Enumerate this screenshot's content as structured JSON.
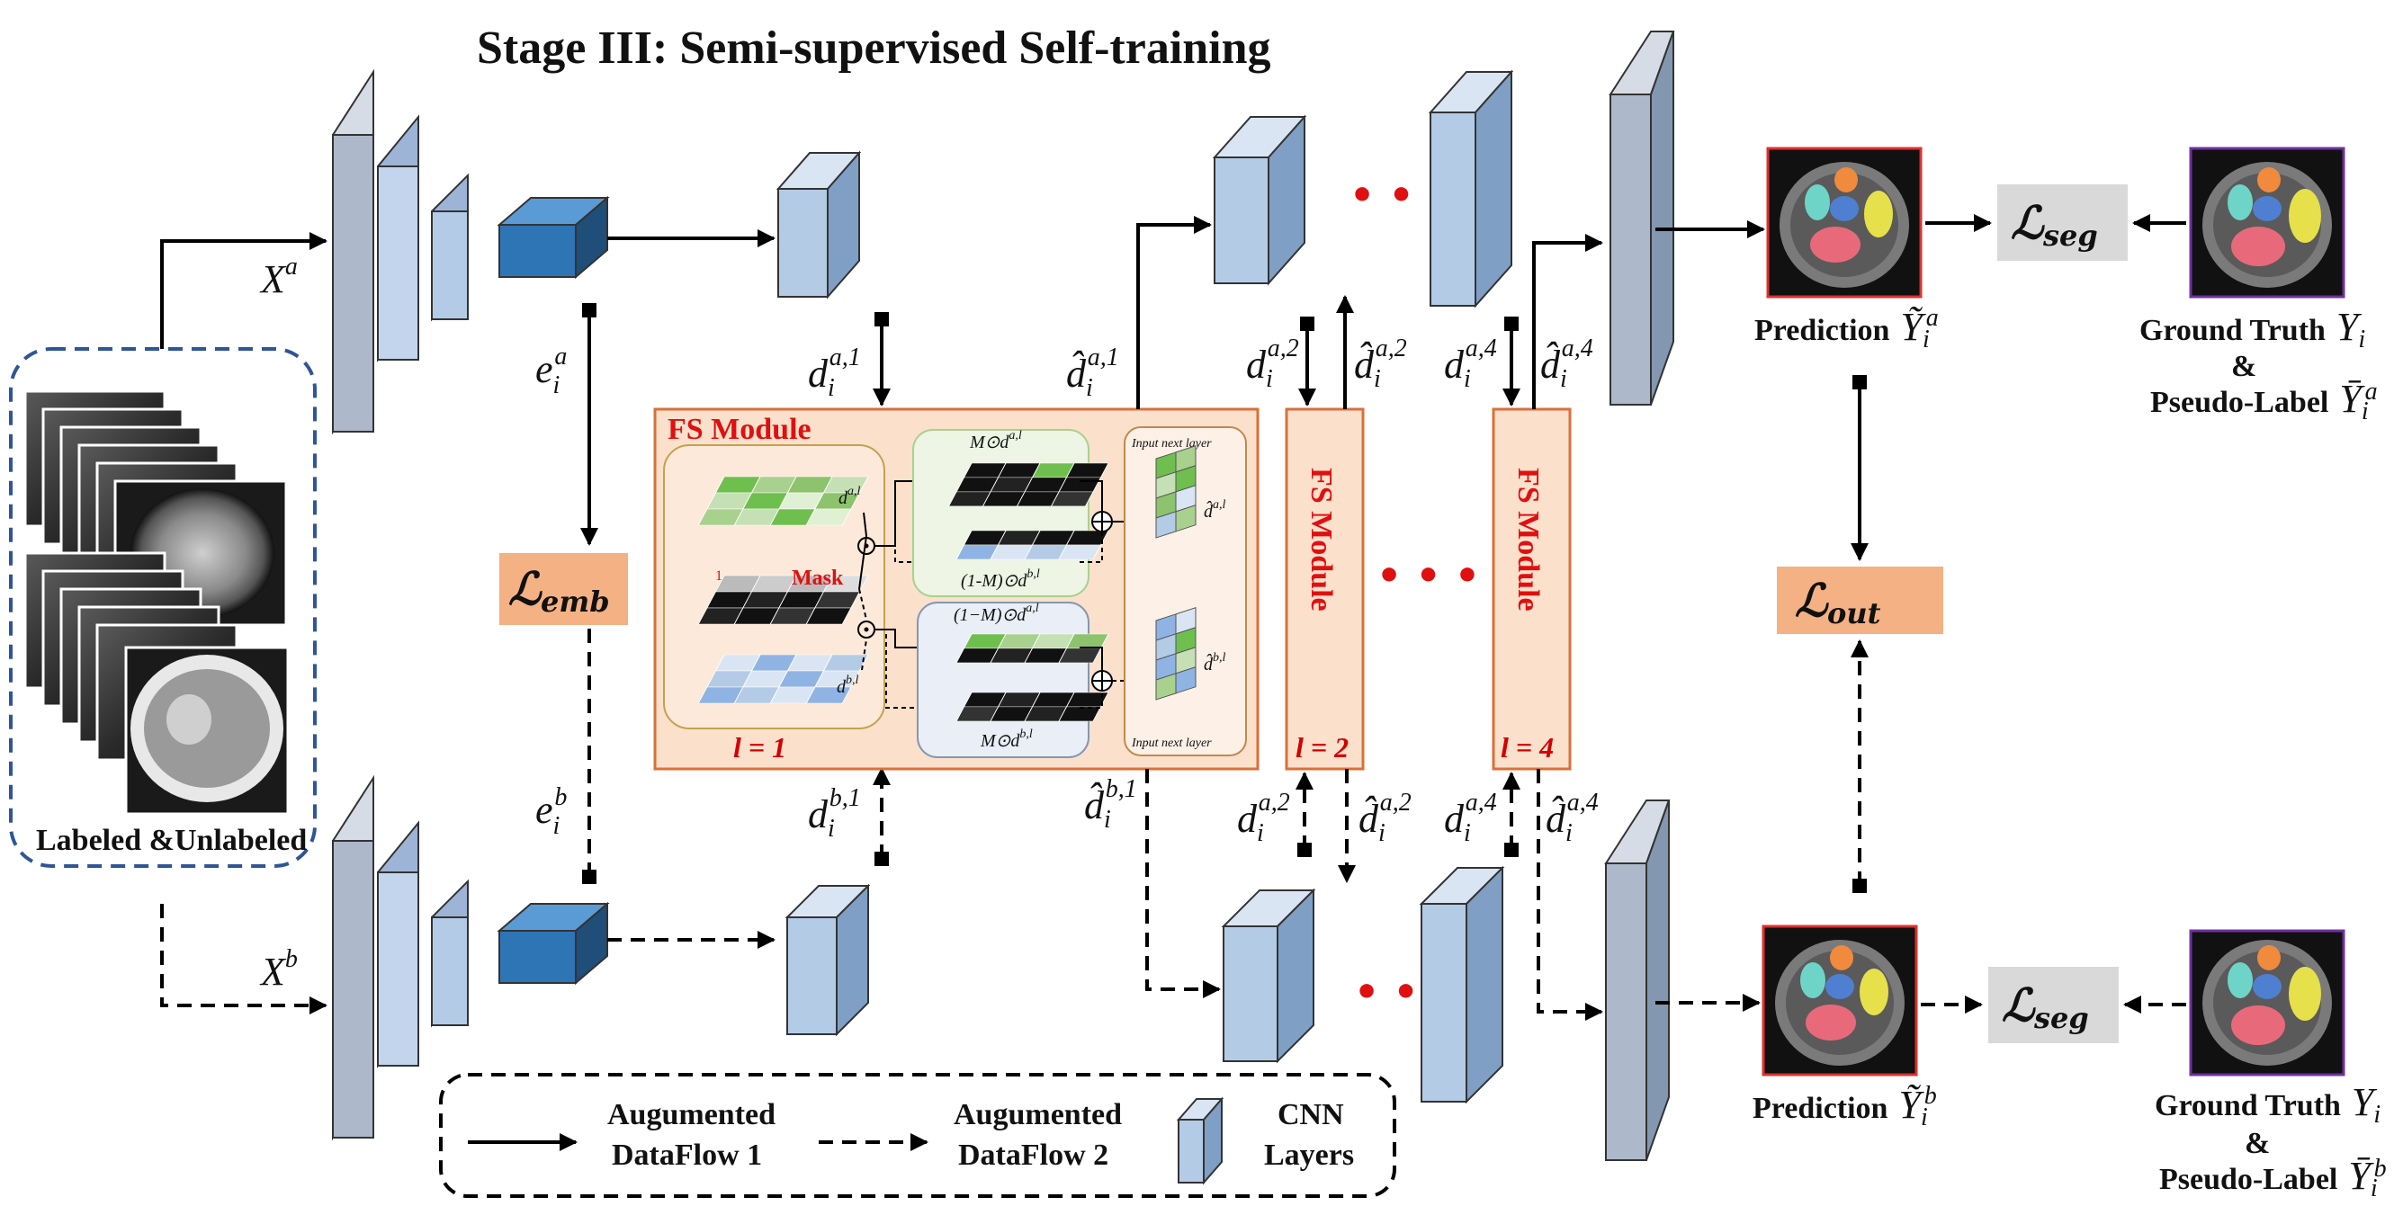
{
  "title": "Stage III: Semi-supervised Self-training",
  "input_box": {
    "label": "Labeled &Unlabeled"
  },
  "inputs": {
    "xa_main": "X",
    "xa_sup": "a",
    "xb_main": "X",
    "xb_sup": "b"
  },
  "embeddings": {
    "ea_main": "e",
    "ea_sub": "i",
    "ea_sup": "a",
    "eb_main": "e",
    "eb_sub": "i",
    "eb_sup": "b"
  },
  "losses": {
    "emb": "ℒ",
    "emb_sub": "emb",
    "out": "ℒ",
    "out_sub": "out",
    "seg": "ℒ",
    "seg_sub": "seg"
  },
  "fs_modules": [
    {
      "title": "FS Module",
      "layer": "l = 1"
    },
    {
      "title": "FS Module",
      "layer": "l = 2"
    },
    {
      "title": "FS Module",
      "layer": "l = 4"
    }
  ],
  "fs_detail": {
    "mask_label": "Mask",
    "mask_index": "1",
    "top_expr": "M⊙d",
    "mid_top_expr": "(1-M)⊙d",
    "mid_bot_expr": "(1−M)⊙d",
    "bot_expr": "M⊙d",
    "sup_a": "a,l",
    "sup_b": "b,l",
    "input_next_top": "Input next layer",
    "input_next_bottom": "Input next layer",
    "d_a_label": "d",
    "d_b_label": "d",
    "dhat_a": "d̂",
    "dhat_b": "d̂"
  },
  "features": {
    "d": "d",
    "dhat": "d̂",
    "sub": "i",
    "sup_a1": "a,1",
    "sup_b1": "b,1",
    "sup_a2": "a,2",
    "sup_a4": "a,4"
  },
  "outputs": {
    "pred_a": "Prediction",
    "pred_a_sym": "Ỹ",
    "pred_a_sub": "i",
    "pred_a_sup": "a",
    "pred_b": "Prediction",
    "pred_b_sym": "Ỹ",
    "pred_b_sub": "i",
    "pred_b_sup": "b",
    "gt_a_line1": "Ground Truth",
    "gt_a_sym": "Y",
    "gt_a_sub": "i",
    "gt_a_amp": "&",
    "gt_a_line2": "Pseudo-Label",
    "gt_a_pl_sym": "Ȳ",
    "gt_a_pl_sub": "i",
    "gt_a_pl_sup": "a",
    "gt_b_line1": "Ground Truth",
    "gt_b_sym": "Y",
    "gt_b_sub": "i",
    "gt_b_amp": "&",
    "gt_b_line2": "Pseudo-Label",
    "gt_b_pl_sym": "Ȳ",
    "gt_b_pl_sub": "i",
    "gt_b_pl_sup": "b"
  },
  "legend": {
    "flow1_line1": "Augumented",
    "flow1_line2": "DataFlow  1",
    "flow2_line1": "Augumented",
    "flow2_line2": "DataFlow  2",
    "cnn_line1": "CNN",
    "cnn_line2": "Layers"
  },
  "ellipsis": "• • •",
  "colors": {
    "fs_fill": "#fbe0cc",
    "fs_border": "#d9703a",
    "loss_orange": "#f4b183",
    "loss_gray": "#d9d9d9",
    "block_blue": "#b4cbe6",
    "block_dark": "#2e75b6",
    "encoder_gray": "#adb9ca",
    "input_border": "#2f5597",
    "red_text": "#e01010"
  }
}
